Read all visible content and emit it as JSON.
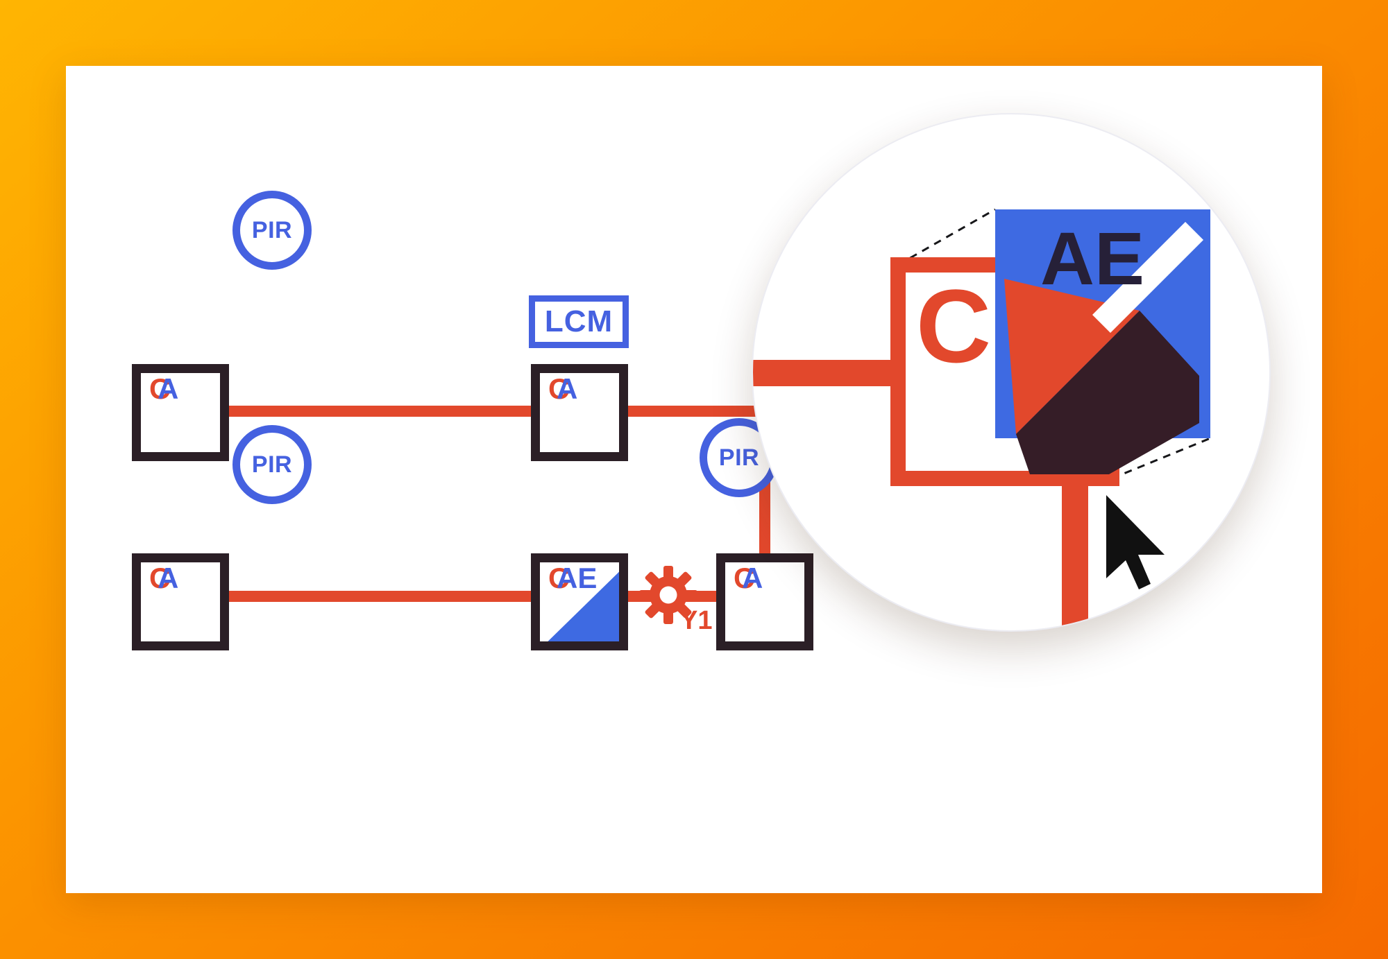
{
  "diagram": {
    "pir_badges": [
      {
        "label": "PIR"
      },
      {
        "label": "PIR"
      },
      {
        "label": "PIR"
      }
    ],
    "lcm_badge": {
      "label": "LCM"
    },
    "nodes": [
      {
        "id": "top-left",
        "red_letter": "C",
        "blue_letter": "A"
      },
      {
        "id": "top-middle",
        "red_letter": "C",
        "blue_letter": "A"
      },
      {
        "id": "bottom-left",
        "red_letter": "C",
        "blue_letter": "A"
      },
      {
        "id": "bottom-middle",
        "red_letter": "C",
        "blue_letter": "AE"
      },
      {
        "id": "bottom-right",
        "red_letter": "C",
        "blue_letter": "A"
      }
    ],
    "gear": {
      "label": "Y1"
    },
    "zoom": {
      "c_label": "C",
      "ae_label": "AE"
    }
  },
  "colors": {
    "accent_red": "#e2482c",
    "badge_blue": "#4561e0",
    "fill_blue": "#3e6ae2",
    "node_border": "#2b1f26",
    "dark_overlap": "#351d27",
    "frame_orange_start": "#ffb502",
    "frame_orange_end": "#f56a00",
    "canvas_white": "#ffffff"
  }
}
